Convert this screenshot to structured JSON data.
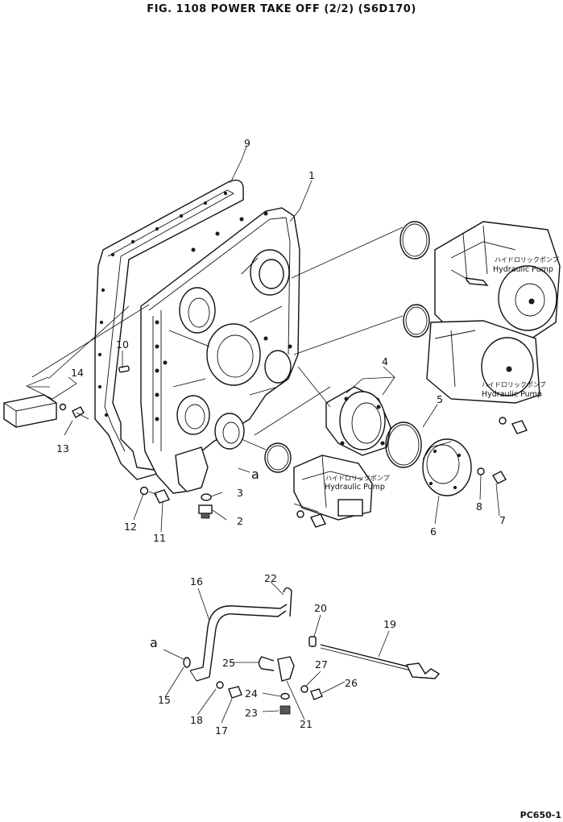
{
  "title": "FIG. 1108   POWER TAKE OFF (2/2) (S6D170)",
  "page_code": "PC650-1",
  "part_numbers": [
    "1",
    "2",
    "3",
    "4",
    "5",
    "6",
    "7",
    "8",
    "9",
    "10",
    "11",
    "12",
    "13",
    "14",
    "15",
    "16",
    "17",
    "18",
    "19",
    "20",
    "21",
    "22",
    "23",
    "24",
    "25",
    "26",
    "27"
  ],
  "view_marker": "a",
  "pumps": [
    {
      "jp": "ハイドロリックポンプ",
      "en": "Hydraulic  Pump"
    },
    {
      "jp": "ハイドロリックポンプ",
      "en": "Hydraulic  Pump"
    },
    {
      "jp": "ハイドロリックポンプ",
      "en": "Hydraulic  Pump"
    }
  ]
}
